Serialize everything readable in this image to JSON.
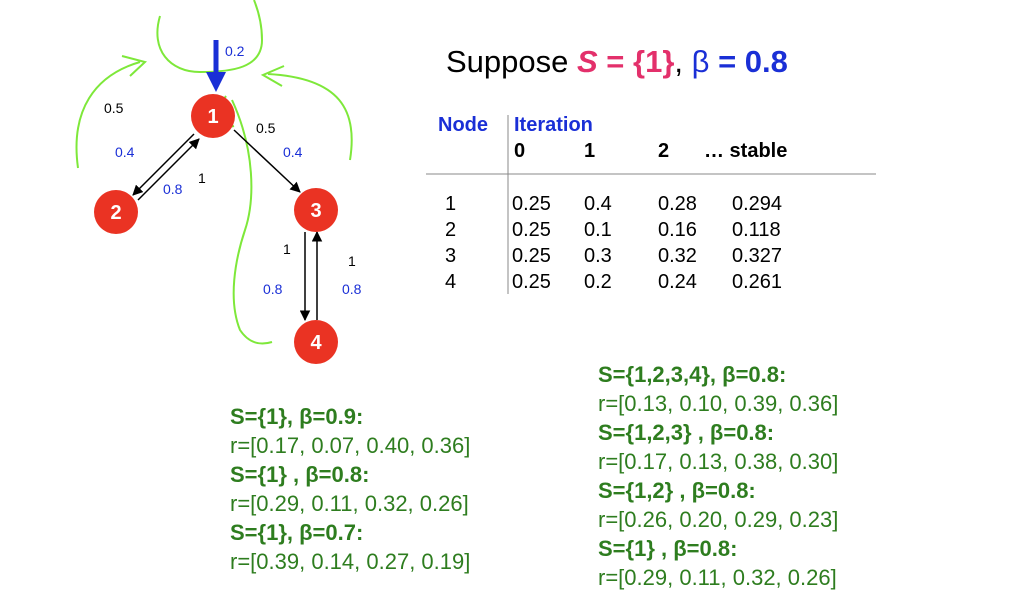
{
  "graph": {
    "nodes": [
      {
        "id": "1",
        "label": "1"
      },
      {
        "id": "2",
        "label": "2"
      },
      {
        "id": "3",
        "label": "3"
      },
      {
        "id": "4",
        "label": "4"
      }
    ],
    "teleport_weight": "0.2",
    "edge_weights": {
      "self_left_black": "0.5",
      "e1_2_blue": "0.4",
      "e2_1_blue": "0.8",
      "e2_1_black": "1",
      "e1_3_black": "0.5",
      "e1_3_blue": "0.4",
      "e3_4_black": "1",
      "e3_4_blue": "0.8",
      "e4_3_black": "1",
      "e4_3_blue": "0.8"
    },
    "colors": {
      "node": "#ea3323",
      "green_annotation": "#7ee83a",
      "teleport_arrow": "#1a2fd6"
    }
  },
  "suppose": {
    "prefix": "Suppose ",
    "s_var": "S",
    "s_eq": " = {1}",
    "sep": ", ",
    "beta": "β",
    "beta_eq": " = 0.8"
  },
  "table": {
    "col_node": "Node",
    "col_iteration": "Iteration",
    "sub_headers": [
      "0",
      "1",
      "2",
      "… stable"
    ],
    "rows": [
      {
        "node": "1",
        "vals": [
          "0.25",
          "0.4",
          "0.28",
          "0.294"
        ]
      },
      {
        "node": "2",
        "vals": [
          "0.25",
          "0.1",
          "0.16",
          "0.118"
        ]
      },
      {
        "node": "3",
        "vals": [
          "0.25",
          "0.3",
          "0.32",
          "0.327"
        ]
      },
      {
        "node": "4",
        "vals": [
          "0.25",
          "0.2",
          "0.24",
          "0.261"
        ]
      }
    ]
  },
  "left_results": [
    {
      "title": "S={1},  β=0.9:",
      "r": "r=[0.17, 0.07, 0.40, 0.36]"
    },
    {
      "title": "S={1} ,  β=0.8:",
      "r": "r=[0.29, 0.11, 0.32, 0.26]"
    },
    {
      "title": "S={1},  β=0.7:",
      "r": "r=[0.39, 0.14, 0.27, 0.19]"
    }
  ],
  "right_results": [
    {
      "title": "S={1,2,3,4},  β=0.8:",
      "r": "r=[0.13, 0.10, 0.39, 0.36]"
    },
    {
      "title": "S={1,2,3} ,  β=0.8:",
      "r": "r=[0.17, 0.13, 0.38, 0.30]"
    },
    {
      "title": "S={1,2} ,  β=0.8:",
      "r": "r=[0.26, 0.20, 0.29, 0.23]"
    },
    {
      "title": "S={1} ,  β=0.8:",
      "r": "r=[0.29, 0.11, 0.32, 0.26]"
    }
  ]
}
